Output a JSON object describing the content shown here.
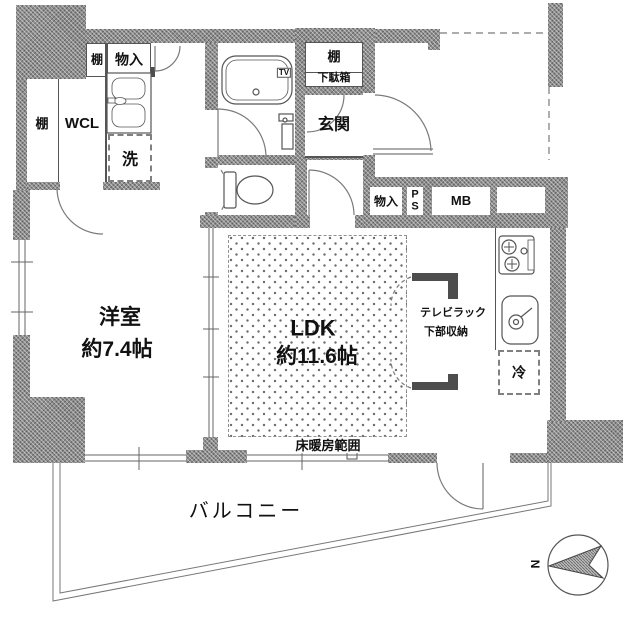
{
  "plan": {
    "rooms": {
      "ldk": {
        "label": "LDK",
        "size": "約11.6帖"
      },
      "western_room": {
        "label": "洋室",
        "size": "約7.4帖"
      },
      "entrance": {
        "label": "玄関"
      },
      "walk_in_closet": {
        "label": "WCL"
      },
      "balcony": {
        "label": "バルコニー"
      }
    },
    "fixtures": {
      "shelf_top": "棚",
      "storage_top": "物入",
      "shelf_wcl": "棚",
      "washer": "洗",
      "shelf_entrance": "棚",
      "shoe_cabinet": "下駄箱",
      "storage_hall": "物入",
      "pipe_space": "PS",
      "meter_box": "MB",
      "refrigerator": "冷",
      "bath_tv": "TV",
      "floor_heating": "床暖房範囲",
      "tv_rack_line1": "テレビラック",
      "tv_rack_line2": "下部収納"
    },
    "compass": {
      "north_label": "N"
    }
  }
}
